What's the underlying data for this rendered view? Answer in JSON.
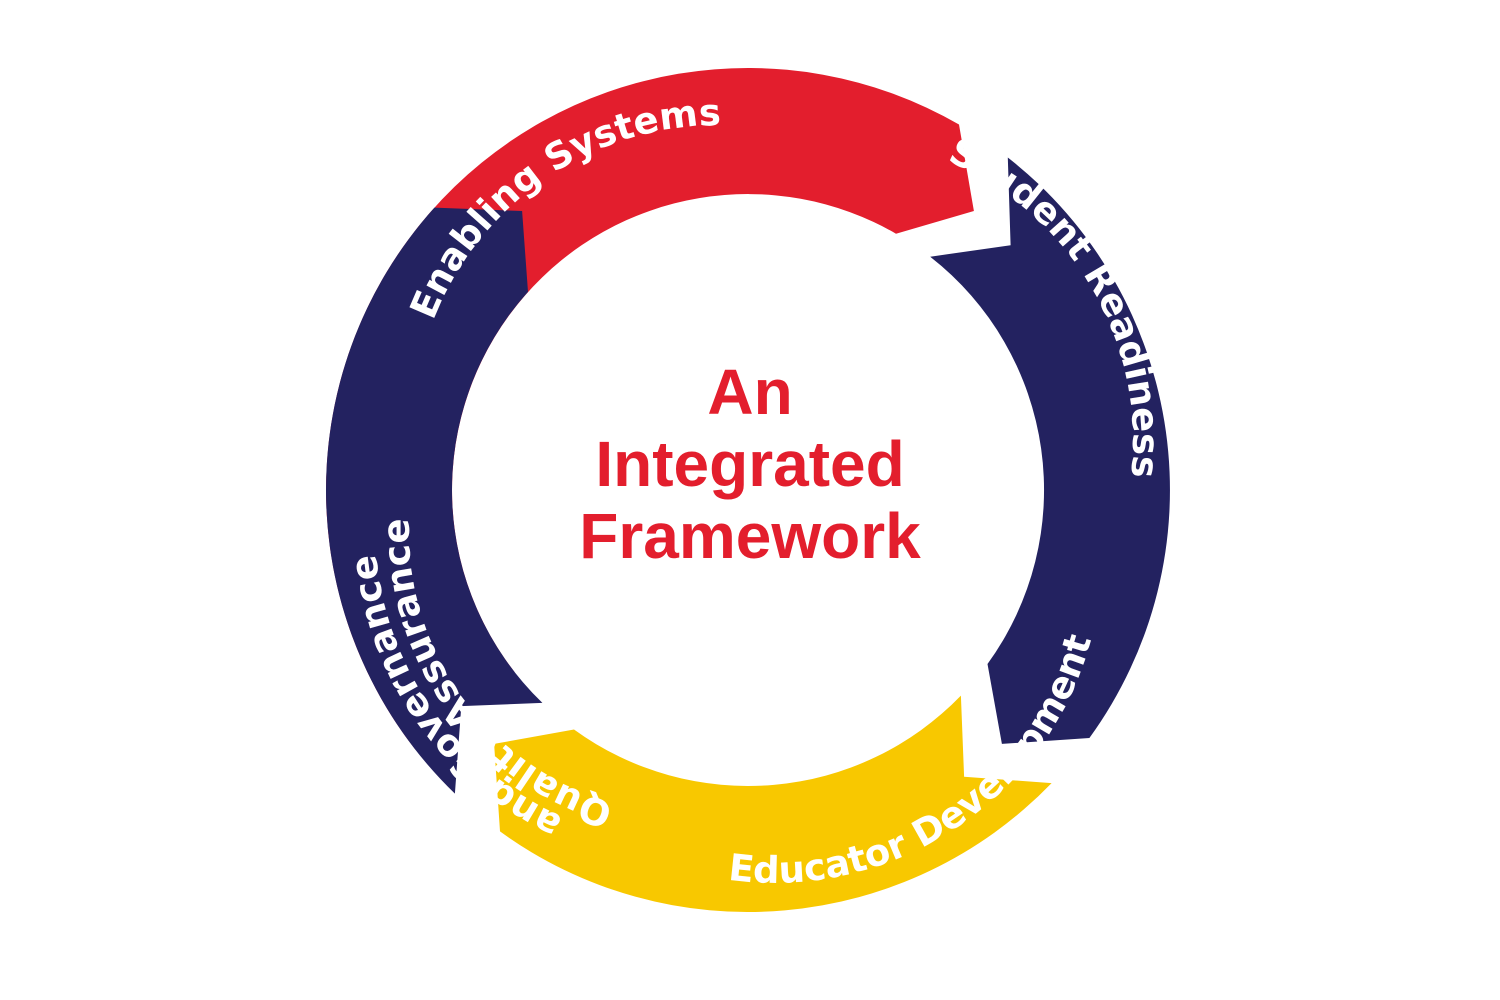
{
  "title_lines": [
    "An",
    "Integrated",
    "Framework"
  ],
  "colors": {
    "red": "#e31e2d",
    "navy": "#232260",
    "yellow": "#f8c800",
    "label": "#ffffff",
    "title": "#e31e2d"
  },
  "segments": [
    {
      "id": "enabling-systems",
      "lines": [
        "Enabling Systems"
      ],
      "color": "red"
    },
    {
      "id": "student-readiness",
      "lines": [
        "Student Readiness"
      ],
      "color": "navy"
    },
    {
      "id": "educator-development",
      "lines": [
        "Educator Development"
      ],
      "color": "yellow"
    },
    {
      "id": "quality-assurance",
      "lines": [
        "Quality Assurance",
        "and Governance"
      ],
      "color": "navy"
    }
  ]
}
